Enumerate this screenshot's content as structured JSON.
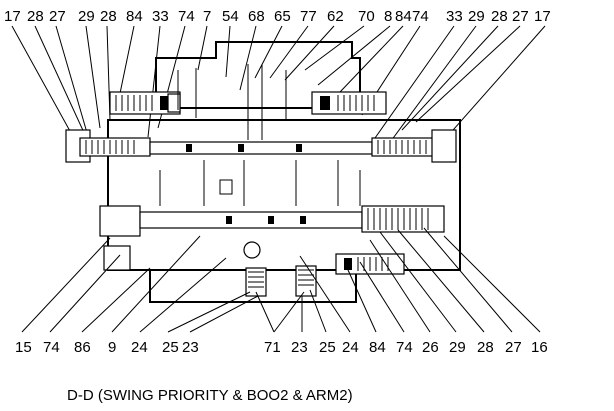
{
  "diagram": {
    "top_labels": [
      "17",
      "28",
      "27",
      "29",
      "28",
      "84",
      "33",
      "74",
      "7",
      "54",
      "68",
      "65",
      "77",
      "62",
      "70",
      "8",
      "84",
      "74",
      "33",
      "29",
      "28",
      "27",
      "17"
    ],
    "bottom_labels": [
      "15",
      "74",
      "86",
      "9",
      "24",
      "25",
      "23",
      "71",
      "23",
      "25",
      "24",
      "84",
      "74",
      "26",
      "29",
      "28",
      "27",
      "16"
    ],
    "caption": "D-D (SWING PRIORITY & BOO2 & ARM2)"
  }
}
